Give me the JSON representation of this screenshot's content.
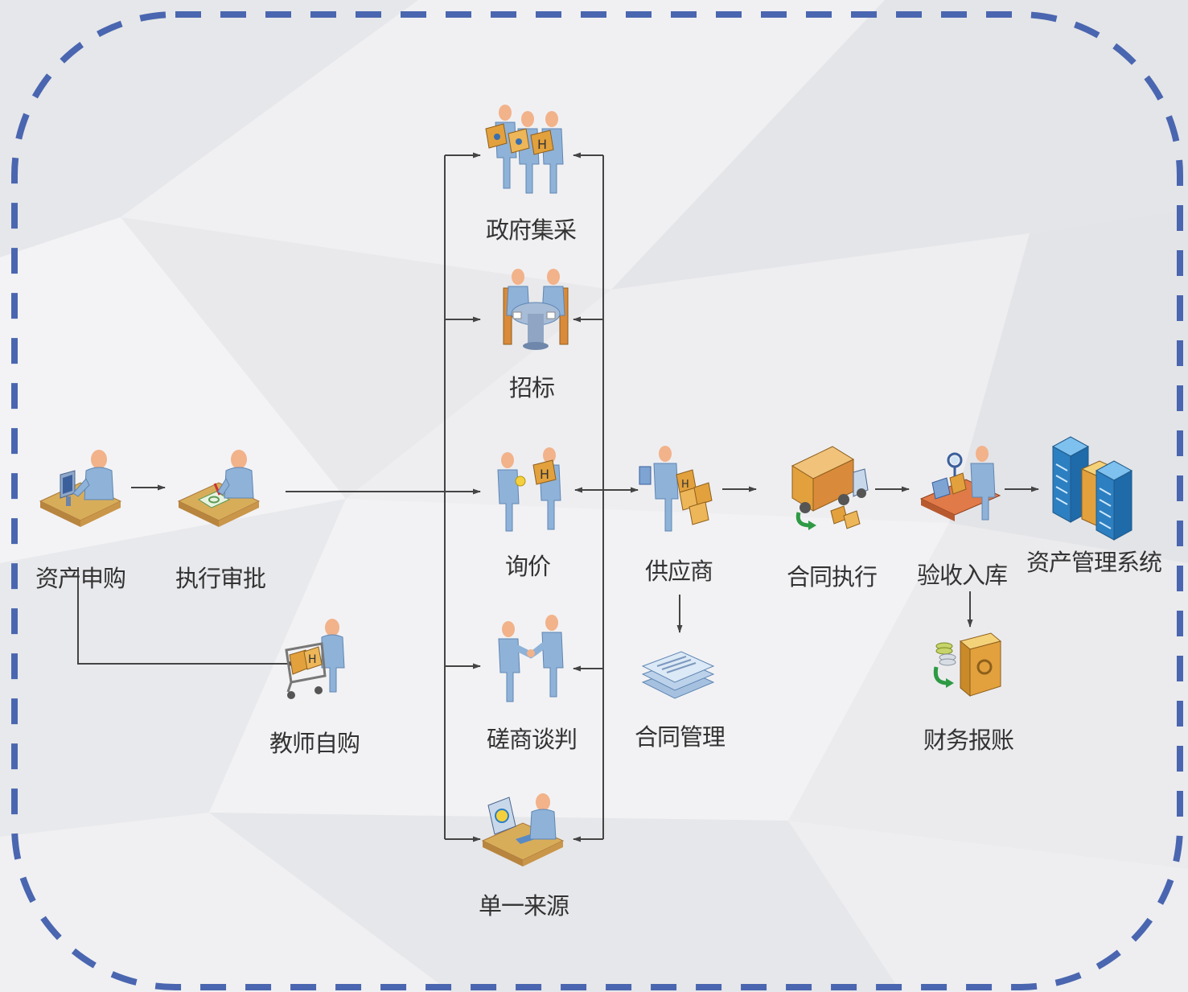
{
  "diagram": {
    "nodes": {
      "apply": {
        "label": "资产申购",
        "icon": "person-at-computer-desk-icon"
      },
      "approve": {
        "label": "执行审批",
        "icon": "person-signing-document-icon"
      },
      "self_purchase": {
        "label": "教师自购",
        "icon": "person-with-shopping-cart-icon"
      },
      "gov": {
        "label": "政府集采",
        "icon": "group-carrying-packages-icon"
      },
      "tender": {
        "label": "招标",
        "icon": "meeting-table-icon"
      },
      "inquiry": {
        "label": "询价",
        "icon": "price-exchange-icon"
      },
      "negotiate": {
        "label": "磋商谈判",
        "icon": "handshake-icon"
      },
      "single": {
        "label": "单一来源",
        "icon": "person-at-desk-with-globe-icon"
      },
      "supplier": {
        "label": "供应商",
        "icon": "supplier-with-boxes-icon"
      },
      "contract_mgmt": {
        "label": "合同管理",
        "icon": "document-stack-icon"
      },
      "contract_exec": {
        "label": "合同执行",
        "icon": "delivery-truck-icon"
      },
      "acceptance": {
        "label": "验收入库",
        "icon": "inspector-with-conveyor-icon"
      },
      "finance": {
        "label": "财务报账",
        "icon": "safe-with-coins-icon"
      },
      "asset_system": {
        "label": "资产管理系统",
        "icon": "server-towers-icon"
      }
    },
    "edges": [
      {
        "from": "apply",
        "to": "approve"
      },
      {
        "from": "apply",
        "to": "self_purchase"
      },
      {
        "from": "approve",
        "to": "inquiry"
      },
      {
        "from": "approve",
        "to": "gov"
      },
      {
        "from": "approve",
        "to": "tender"
      },
      {
        "from": "approve",
        "to": "negotiate"
      },
      {
        "from": "approve",
        "to": "single"
      },
      {
        "from": "supplier",
        "to": "inquiry",
        "bidirectional": true
      },
      {
        "from": "supplier",
        "to": "gov"
      },
      {
        "from": "supplier",
        "to": "tender"
      },
      {
        "from": "supplier",
        "to": "negotiate"
      },
      {
        "from": "supplier",
        "to": "single"
      },
      {
        "from": "supplier",
        "to": "contract_exec"
      },
      {
        "from": "supplier",
        "to": "contract_mgmt"
      },
      {
        "from": "contract_exec",
        "to": "acceptance"
      },
      {
        "from": "acceptance",
        "to": "asset_system"
      },
      {
        "from": "acceptance",
        "to": "finance"
      }
    ],
    "colors": {
      "frame_dash": "#4a66b0",
      "connector": "#444444",
      "skin": "#f2b28a",
      "shirt": "#8fb2d8",
      "desk": "#d8ad5a",
      "box": "#e2a13d",
      "server": "#2c7fc0"
    }
  }
}
